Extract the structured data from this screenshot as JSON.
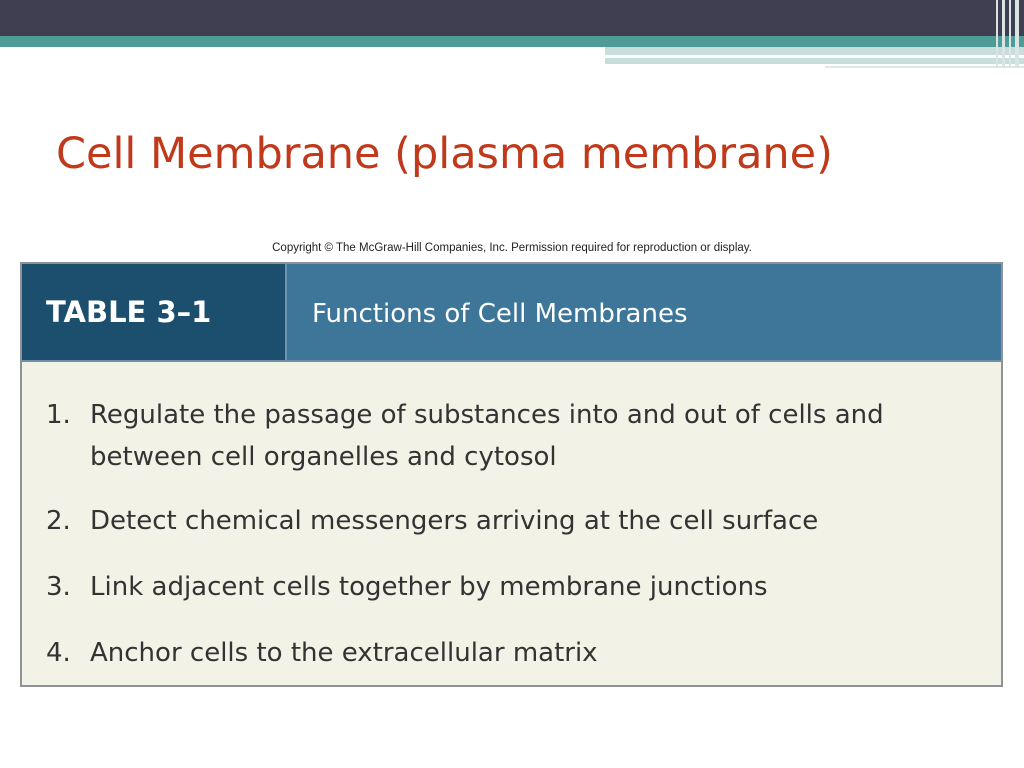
{
  "slide": {
    "title": "Cell Membrane (plasma membrane)",
    "copyright": "Copyright © The McGraw-Hill Companies, Inc. Permission required for reproduction or display."
  },
  "table": {
    "number": "TABLE 3–1",
    "heading": "Functions of Cell Membranes",
    "items": [
      {
        "num": "1.",
        "text": "Regulate the passage of substances into and out of cells and between cell organelles and cytosol"
      },
      {
        "num": "2.",
        "text": "Detect chemical messengers arriving at the cell surface"
      },
      {
        "num": "3.",
        "text": "Link adjacent cells together by membrane junctions"
      },
      {
        "num": "4.",
        "text": "Anchor cells to the extracellular matrix"
      }
    ]
  },
  "colors": {
    "title": "#c0391a",
    "header_dark": "#1c4f6d",
    "header_mid": "#3d7699",
    "table_body": "#f2f2e7",
    "top_bar": "#3f3f51",
    "accent_teal": "#4f9b98"
  }
}
